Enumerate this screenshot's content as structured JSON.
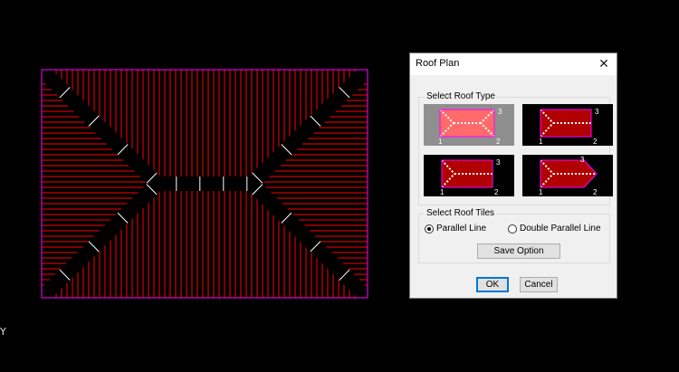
{
  "canvas": {
    "outline_color": "#ff00ff",
    "tile_color": "#ff0000",
    "hip_line_color": "#ffffff"
  },
  "dialog": {
    "title": "Roof Plan",
    "close_glyph": "✕",
    "roof_type_group": {
      "title": "Select Roof Type",
      "options": [
        {
          "corner_top": "3",
          "corner_left": "1",
          "corner_right": "2",
          "selected": true
        },
        {
          "corner_top": "3",
          "corner_left": "1",
          "corner_right": "2",
          "selected": false
        },
        {
          "corner_top": "3",
          "corner_left": "1",
          "corner_right": "2",
          "selected": false
        },
        {
          "corner_top": "3",
          "corner_left": "1",
          "corner_right": "2",
          "selected": false
        }
      ]
    },
    "roof_tiles_group": {
      "title": "Select Roof Tiles",
      "parallel_label": "Parallel Line",
      "double_label": "Double Parallel Line",
      "selected": "Parallel Line"
    },
    "save_option_label": "Save Option",
    "ok_label": "OK",
    "cancel_label": "Cancel"
  },
  "ucs_icon": "Y"
}
